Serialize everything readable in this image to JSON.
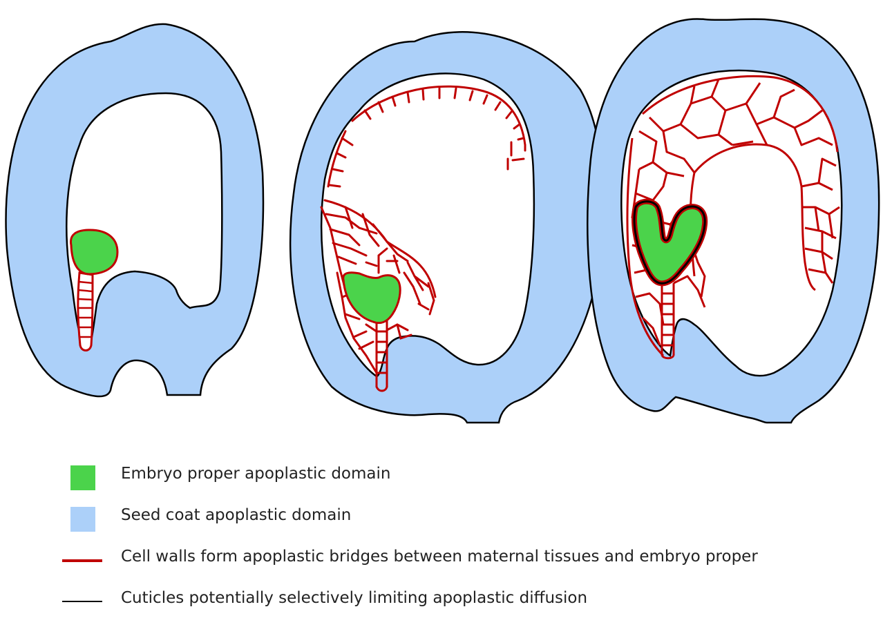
{
  "colors": {
    "embryo": "#4bd34b",
    "seed_coat": "#acd0f9",
    "cell_wall": "#c00000",
    "cuticle": "#000000"
  },
  "legend": {
    "items": [
      {
        "label": "Embryo proper apoplastic domain",
        "swatch": "embryo-box"
      },
      {
        "label": "Seed coat apoplastic domain",
        "swatch": "seed-coat-box"
      },
      {
        "label": "Cell walls form apoplastic bridges between maternal tissues and embryo proper",
        "swatch": "cell-wall-line"
      },
      {
        "label": "Cuticles potentially selectively limiting apoplastic diffusion",
        "swatch": "cuticle-line"
      }
    ]
  }
}
